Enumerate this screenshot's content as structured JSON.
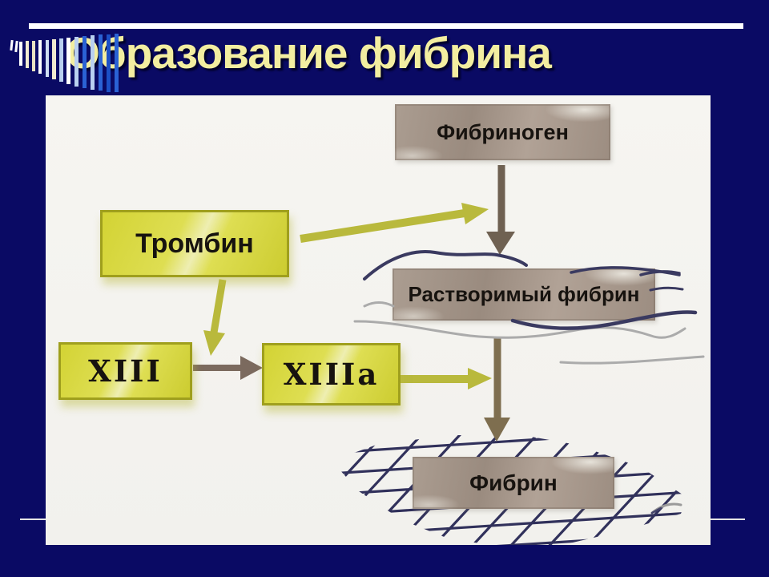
{
  "slide": {
    "title": "Образование фибрина"
  },
  "diagram": {
    "nodes": {
      "fibrinogen": {
        "label": "Фибриноген",
        "style": "substrate"
      },
      "thrombin": {
        "label": "Тромбин",
        "style": "enzyme"
      },
      "soluble_fibrin": {
        "label": "Растворимый фибрин",
        "style": "substrate"
      },
      "factor_xiii": {
        "label": "XIII",
        "style": "enzyme"
      },
      "factor_xiiia": {
        "label": "XIIIa",
        "style": "enzyme"
      },
      "fibrin": {
        "label": "Фибрин",
        "style": "substrate"
      }
    },
    "relations": [
      {
        "from": "fibrinogen",
        "to": "soluble_fibrin",
        "arrow": "brown-down-arrow"
      },
      {
        "from": "thrombin",
        "to": "fibrinogen-to-soluble-arrow",
        "arrow": "yellow-arrow"
      },
      {
        "from": "thrombin",
        "to": "xiii-to-xiiia-arrow",
        "arrow": "yellow-arrow"
      },
      {
        "from": "factor_xiii",
        "to": "factor_xiiia",
        "arrow": "brown-arrow"
      },
      {
        "from": "factor_xiiia",
        "to": "soluble-to-fibrin-arrow",
        "arrow": "yellow-arrow"
      },
      {
        "from": "soluble_fibrin",
        "to": "fibrin",
        "arrow": "brown-down-arrow"
      }
    ],
    "colors": {
      "slide_background": "#0a0a64",
      "title_text": "#f3eea0",
      "enzyme_box": "#d7d73a",
      "enzyme_border": "#9f9f1d",
      "substrate_box": "#a5978b",
      "yellow_arrow": "#b9b93c",
      "brown_arrow": "#6f6152",
      "fibrin_strand_navy": "#3a3a60",
      "fibrin_strand_gray": "#ababab",
      "fibrin_mesh": "#31315b"
    }
  }
}
